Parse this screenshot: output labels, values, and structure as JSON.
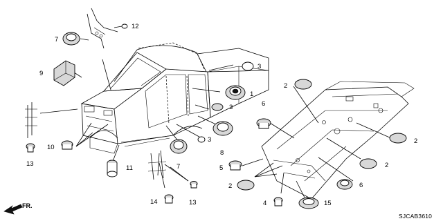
{
  "callouts": {
    "c1": "1",
    "c2a": "2",
    "c2b": "2",
    "c2c": "2",
    "c2d": "2",
    "c3a": "3",
    "c3b": "3",
    "c3c": "3",
    "c4": "4",
    "c5": "5",
    "c6a": "6",
    "c6b": "6",
    "c7a": "7",
    "c7b": "7",
    "c8": "8",
    "c9": "9",
    "c10": "10",
    "c11": "11",
    "c12": "12",
    "c13a": "13",
    "c13b": "13",
    "c14": "14",
    "c15": "15"
  },
  "diagram_code": "SJCAB3610",
  "direction_label": "FR.",
  "icons": {
    "direction": "arrow-front-icon"
  }
}
